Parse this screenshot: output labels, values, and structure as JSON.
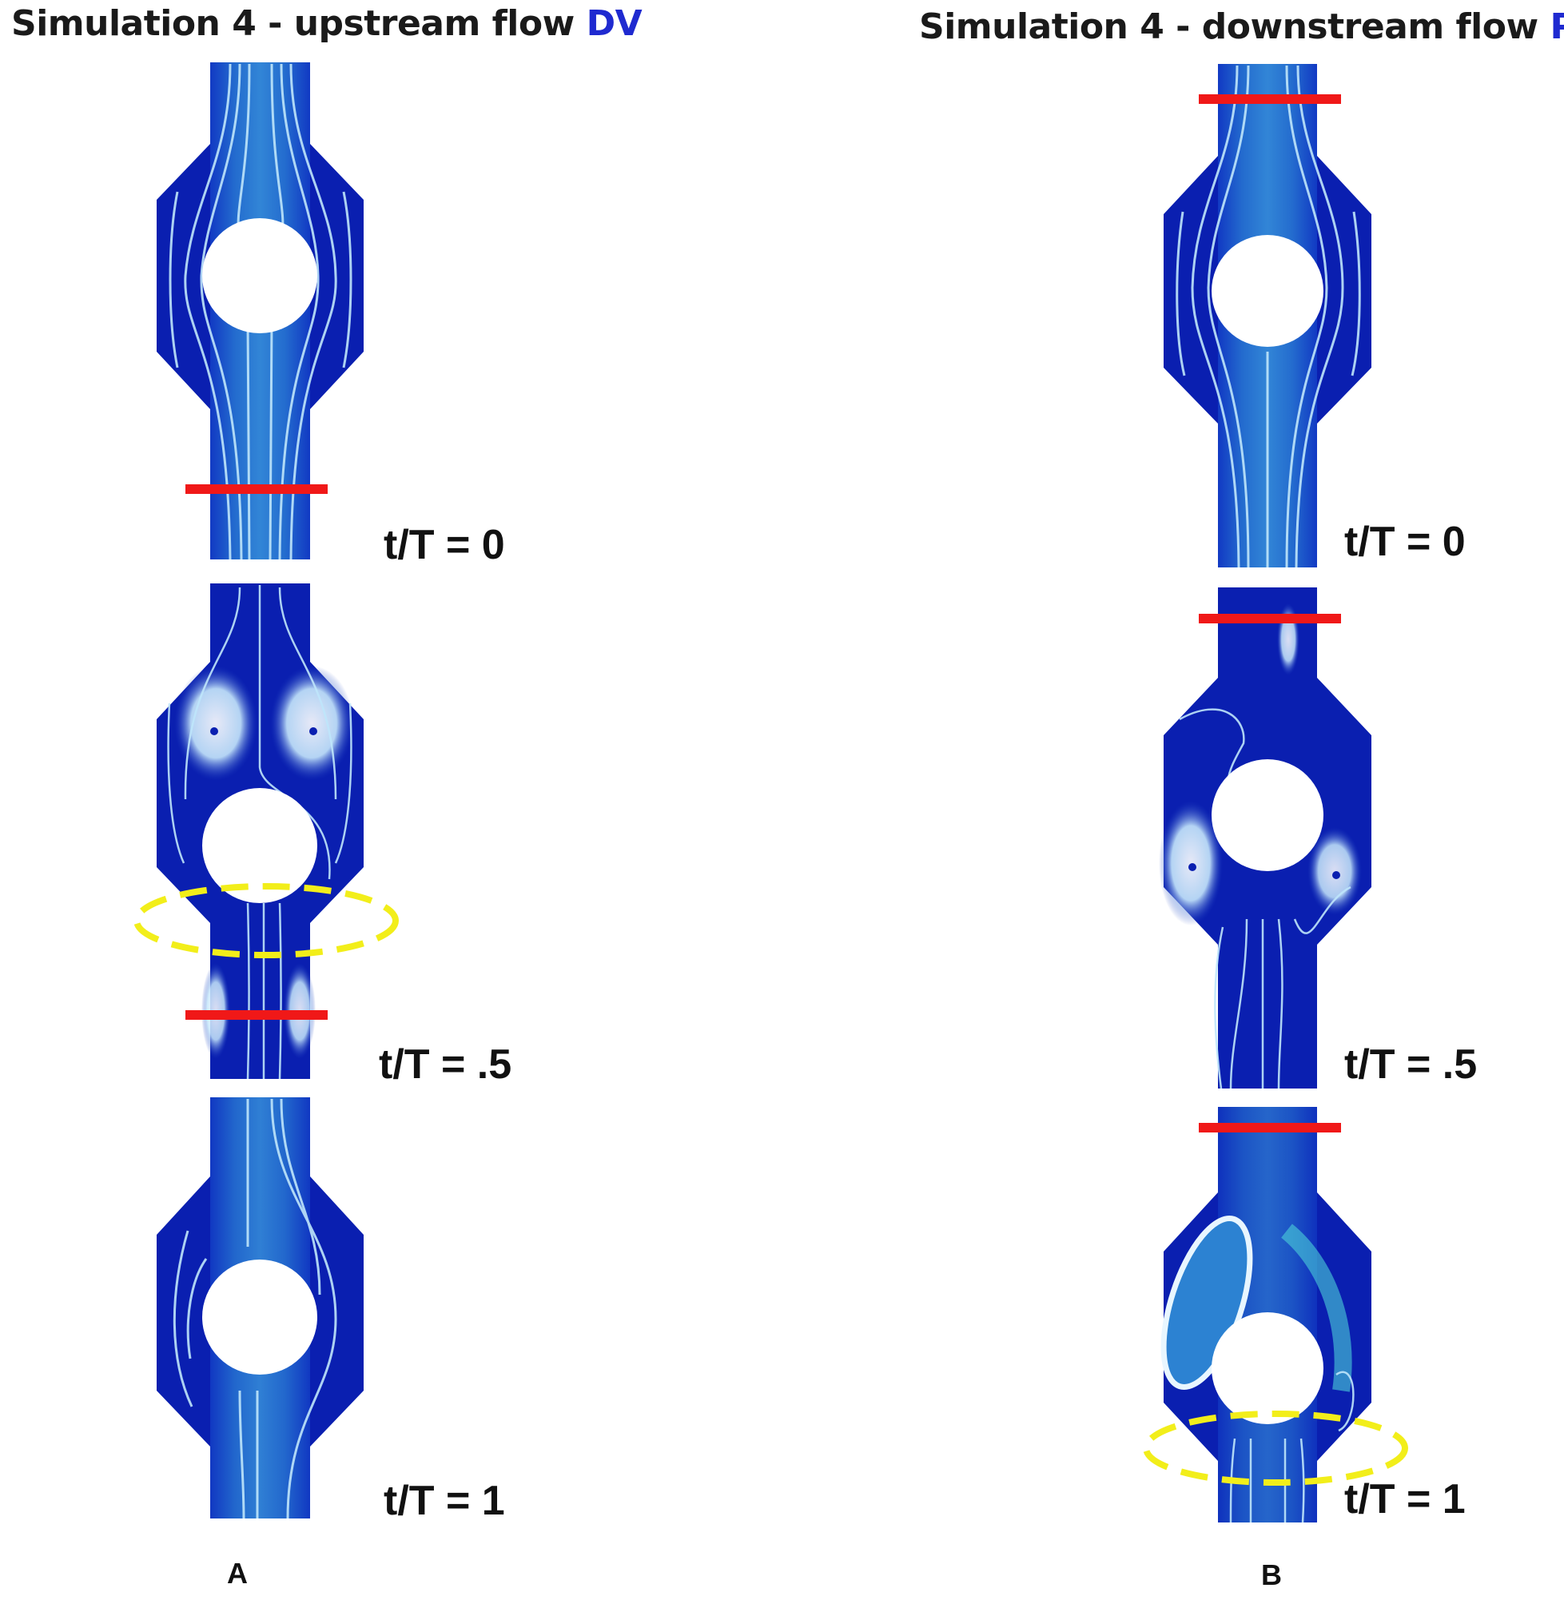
{
  "panel_a": {
    "title_prefix": "Simulation 4 - upstream flow ",
    "title_accent": "DV",
    "letter": "A",
    "frames": [
      {
        "time_label": "t/T = 0"
      },
      {
        "time_label": "t/T = .5"
      },
      {
        "time_label": "t/T = 1"
      }
    ]
  },
  "panel_b": {
    "title_prefix": "Simulation 4 - downstream flow ",
    "title_accent": "PV",
    "letter": "B",
    "frames": [
      {
        "time_label": "t/T = 0"
      },
      {
        "time_label": "t/T = .5"
      },
      {
        "time_label": "t/T = 1"
      }
    ]
  },
  "colors": {
    "accent_title": "#1f2ad0",
    "fluid": "#0a1fb0",
    "streamline": "#a8dcf5",
    "marker_line": "#f01818",
    "highlight_ellipse": "#f2ee1a"
  }
}
